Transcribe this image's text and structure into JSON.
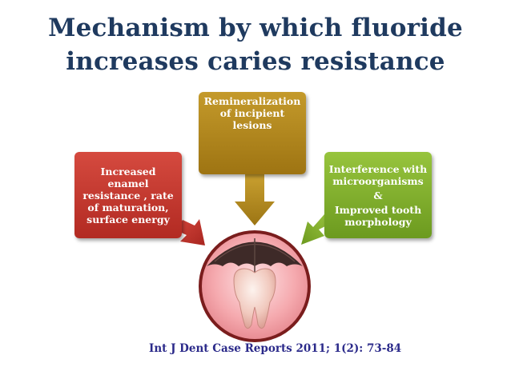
{
  "title": {
    "line1": "Mechanism by which fluoride",
    "line2": "increases caries   resistance"
  },
  "boxes": {
    "left": {
      "lines": [
        "Increased",
        "enamel",
        "resistance , rate",
        "of maturation,",
        "surface energy"
      ],
      "color": "#c0392b"
    },
    "top": {
      "lines": [
        "Remineralization",
        "of incipient",
        "lesions"
      ],
      "color": "#b08a1e"
    },
    "right": {
      "lines": [
        "Interference with",
        "microorganisms",
        "&",
        "Improved tooth",
        "morphology"
      ],
      "color": "#82b32c"
    }
  },
  "center": {
    "icon": "umbrella-tooth-icon",
    "circle_color": "#f4a3a8"
  },
  "citation": "Int J Dent Case Reports 2011; 1(2): 73-84"
}
